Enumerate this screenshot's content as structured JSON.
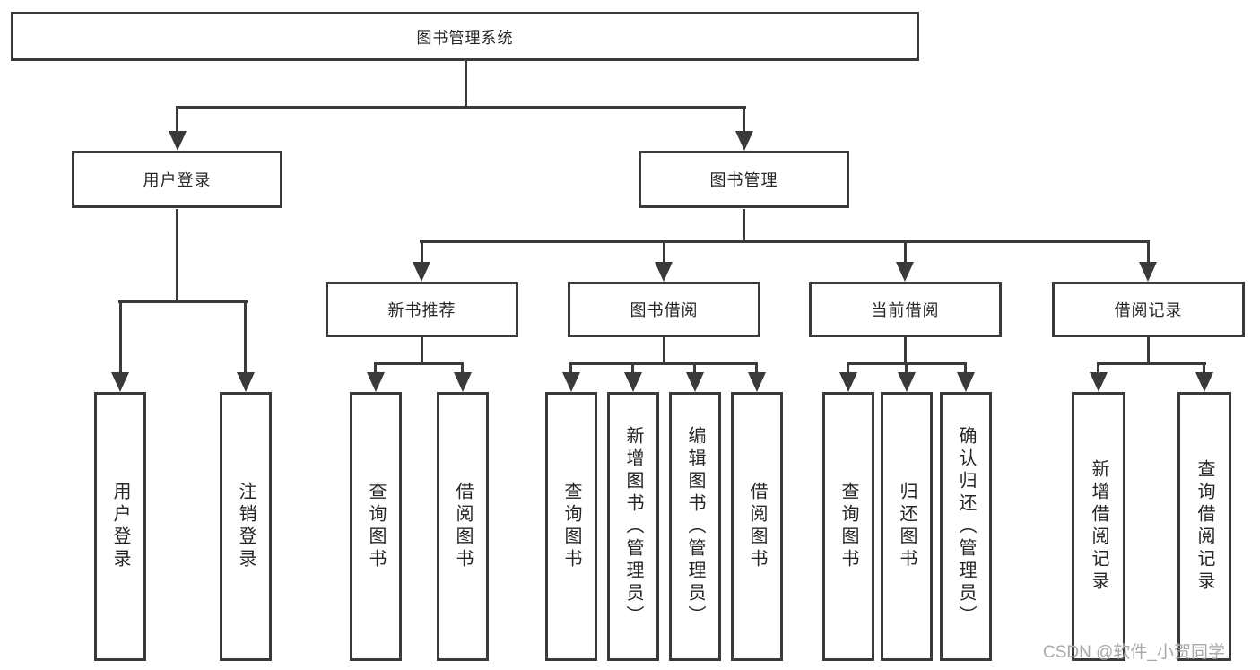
{
  "tree": {
    "root": "图书管理系统",
    "level2": [
      "用户登录",
      "图书管理"
    ],
    "level3": [
      "新书推荐",
      "图书借阅",
      "当前借阅",
      "借阅记录"
    ],
    "leaves": [
      "用户登录",
      "注销登录",
      "查询图书",
      "借阅图书",
      "查询图书",
      "新增图书（管理员）",
      "编辑图书（管理员）",
      "借阅图书",
      "查询图书",
      "归还图书",
      "确认归还（管理员）",
      "新增借阅记录",
      "查询借阅记录"
    ]
  },
  "watermark": "CSDN @软件_小贺同学",
  "colors": {
    "line": "#3a3a3a",
    "text": "#262626",
    "background": "#ffffff",
    "watermark": "#a9a9a9"
  }
}
